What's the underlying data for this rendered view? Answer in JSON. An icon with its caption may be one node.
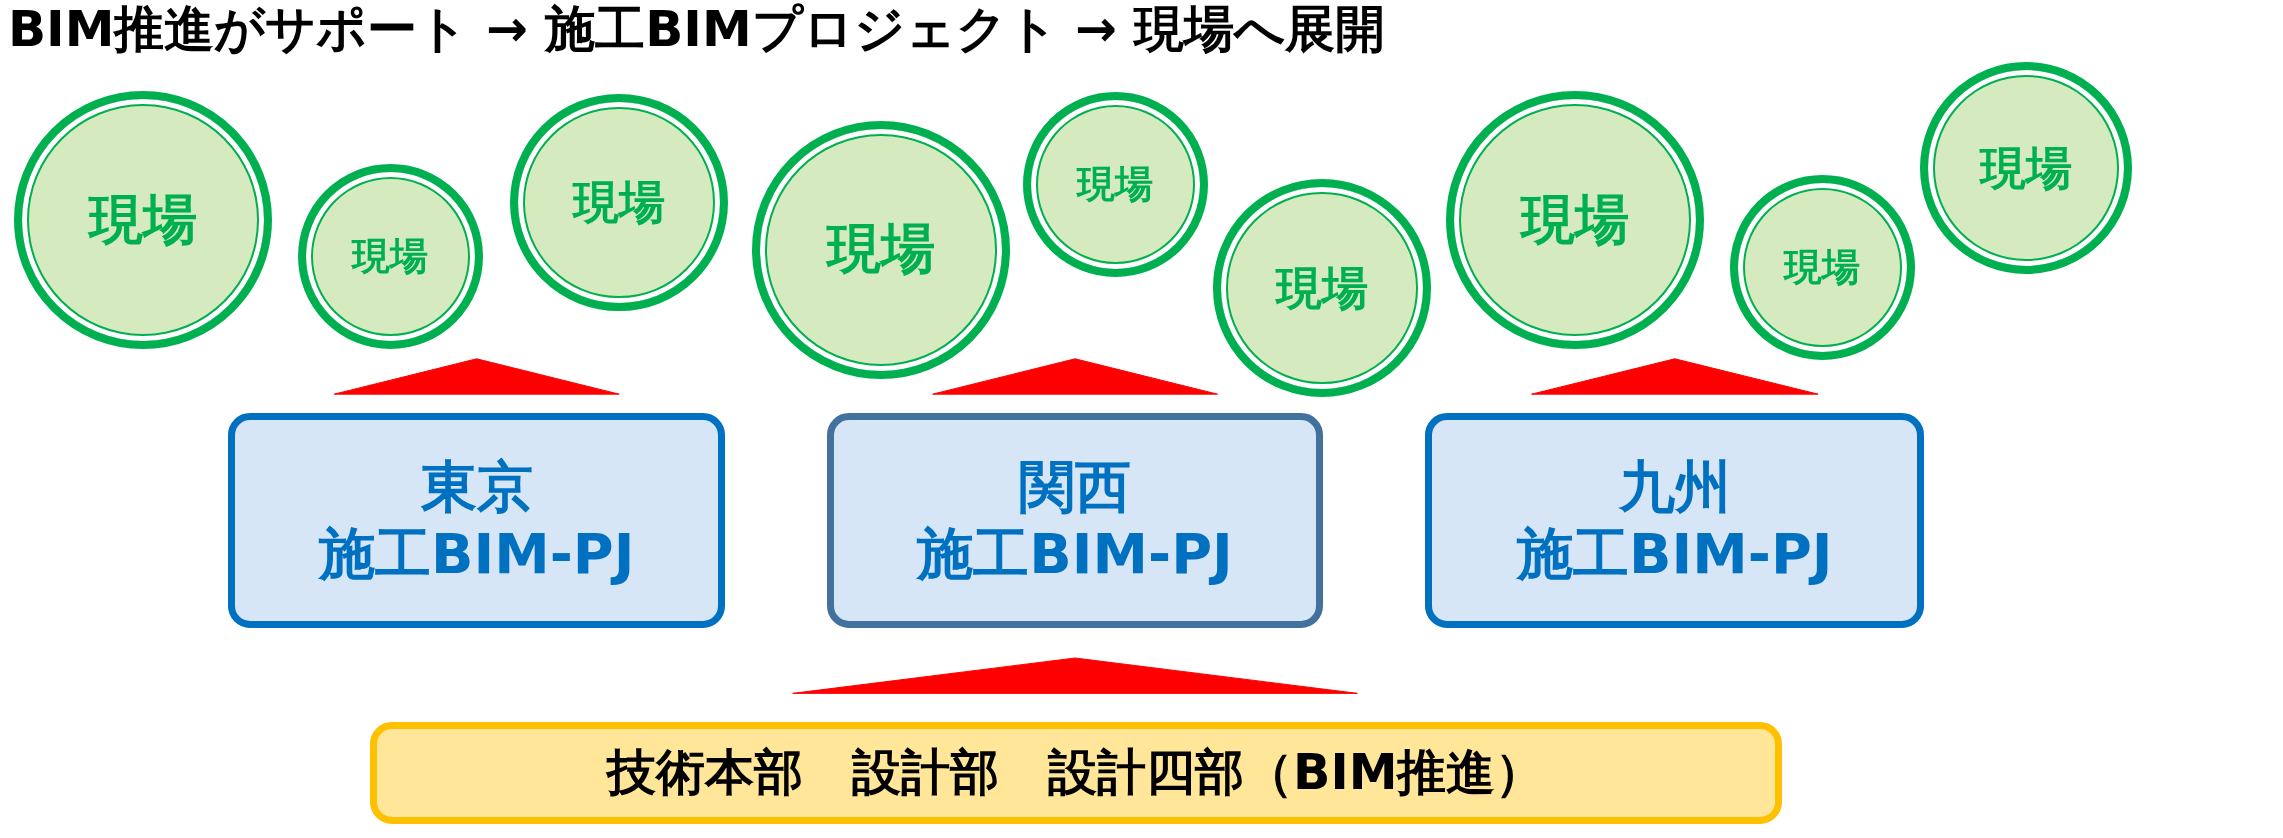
{
  "diagram": {
    "title": "BIM推進がサポート → 施工BIMプロジェクト → 現場へ展開",
    "nodes": [
      {
        "text": [
          "現場"
        ]
      },
      {
        "text": [
          "現場"
        ]
      },
      {
        "text": [
          "現場"
        ]
      },
      {
        "text": [
          "現場"
        ]
      },
      {
        "text": [
          "現場"
        ]
      },
      {
        "text": [
          "現場"
        ]
      },
      {
        "text": [
          "現場"
        ]
      },
      {
        "text": [
          "現場"
        ]
      },
      {
        "text": [
          "現場"
        ]
      },
      {
        "text": [
          "東京",
          "施工BIM-PJ"
        ]
      },
      {
        "text": [
          "関西",
          "施工BIM-PJ"
        ]
      },
      {
        "text": [
          "九州",
          "施工BIM-PJ"
        ]
      },
      {
        "text": [
          "技術本部　設計部　設計四部（BIM推進）"
        ]
      }
    ],
    "edges": [
      {
        "from": 9,
        "to": null,
        "arrow": "to"
      },
      {
        "from": 10,
        "to": null,
        "arrow": "to"
      },
      {
        "from": 11,
        "to": null,
        "arrow": "to"
      },
      {
        "from": 12,
        "to": 10,
        "arrow": "to"
      }
    ]
  }
}
